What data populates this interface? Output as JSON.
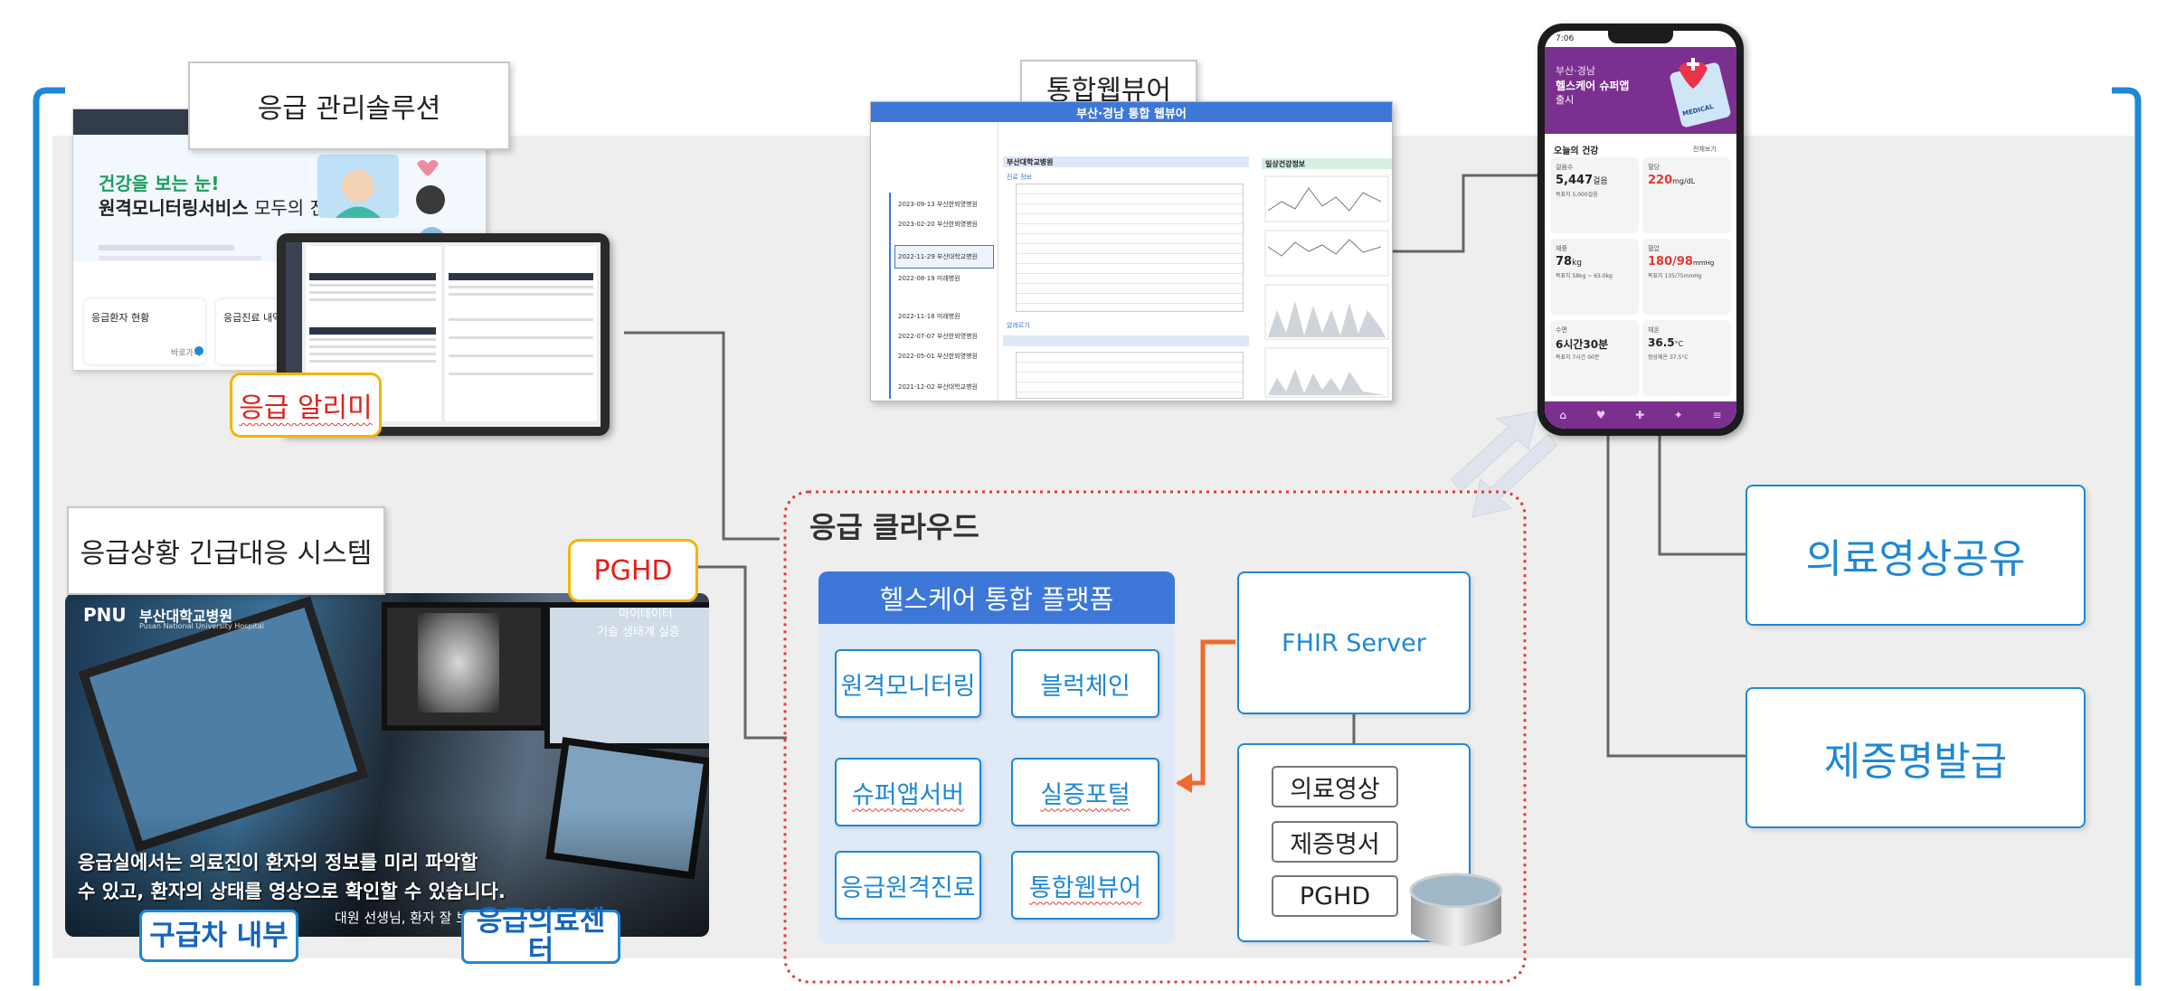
{
  "labels": {
    "emergency_solution": "응급 관리솔루션",
    "integrated_viewer": "통합웹뷰어",
    "emergency_system": "응급상황 긴급대응 시스템",
    "emergency_alert": "응급 알리미",
    "pghd_tag": "PGHD",
    "ambulance": "구급차 내부",
    "er_center": "응급의료센터",
    "cloud_title": "응급 클라우드"
  },
  "platform": {
    "title": "헬스케어 통합 플랫폼",
    "modules": [
      "원격모니터링",
      "블럭체인",
      "슈퍼앱서버",
      "실증포털",
      "응급원격진료",
      "통합웹뷰어"
    ]
  },
  "fhir": {
    "title": "FHIR Server",
    "items": [
      "의료영상",
      "제증명서",
      "PGHD"
    ]
  },
  "right_boxes": {
    "medical_image_sharing": "의료영상공유",
    "certificate_issuance": "제증명발급"
  },
  "web_screen": {
    "hero_line1": "건강을 보는 눈!",
    "hero_line2": "원격모니터링서비스",
    "hero_line2b": " 모두의 진료",
    "card1": "응급환자 현황",
    "card2": "응급진료 내역",
    "more": "바로가기"
  },
  "viewer_screen": {
    "header": "부산·경남 통합 웹뷰어",
    "hospital": "부산대학교병원",
    "section1": "진료 정보",
    "section2": "알레르기",
    "right_title": "일상건강정보",
    "dates": [
      "2023-09-13 부산한뫼영병원",
      "2023-02-20 부산한뫼영병원",
      "2022-11-29 부산대학교병원",
      "2022-08-19 미래병원",
      "2022-11-18 미래병원",
      "2022-07-07 부산한뫼영병원",
      "2022-05-01 부산한뫼영병원",
      "2021-12-02 부산대학교병원"
    ]
  },
  "phone": {
    "time": "7:06",
    "banner_line1": "부산·경남",
    "banner_line2": "헬스케어 슈퍼앱",
    "banner_line3": "출시",
    "banner_tag": "MEDICAL",
    "today": "오늘의 건강",
    "see_all": "전체보기",
    "steps_label": "걸음수",
    "steps": "5,447",
    "steps_unit": "걸음",
    "steps_goal": "목표치 5,000걸음",
    "sugar_label": "혈당",
    "sugar": "220",
    "sugar_unit": "mg/dL",
    "weight_label": "체중",
    "weight": "78",
    "weight_unit": "kg",
    "weight_goal": "목표치 58kg ~ 63.0kg",
    "bp_label": "혈압",
    "bp_sys": "180",
    "bp_dia": "/98",
    "bp_unit": "mmHg",
    "bp_goal": "목표치 135/75mmHg",
    "sleep_label": "수면",
    "sleep": "6시간30분",
    "sleep_goal": "목표치 7시간 00분",
    "temp_label": "체온",
    "temp": "36.5",
    "temp_unit": "°C",
    "temp_goal": "정상체온 37.5°C"
  },
  "photo": {
    "hospital": "부산대학교병원",
    "hospital_en": "Pusan National University Hospital",
    "caption1": "응급실에서는 의료진이 환자의 정보를 미리 파악할",
    "caption2": "수 있고, 환자의 상태를 영상으로 확인할 수 있습니다.",
    "subtitle": "대원 선생님, 환자 잘 보이고 있",
    "sign1": "마이데이터",
    "sign2": "기술 생태계 실증"
  },
  "colors": {
    "accent_blue": "#1e88d6",
    "header_blue": "#3d78d8",
    "cloud_red": "#e53935",
    "orange_arrow": "#f06a2d",
    "tag_yellow": "#f5b400",
    "app_purple": "#7b2f8f"
  }
}
